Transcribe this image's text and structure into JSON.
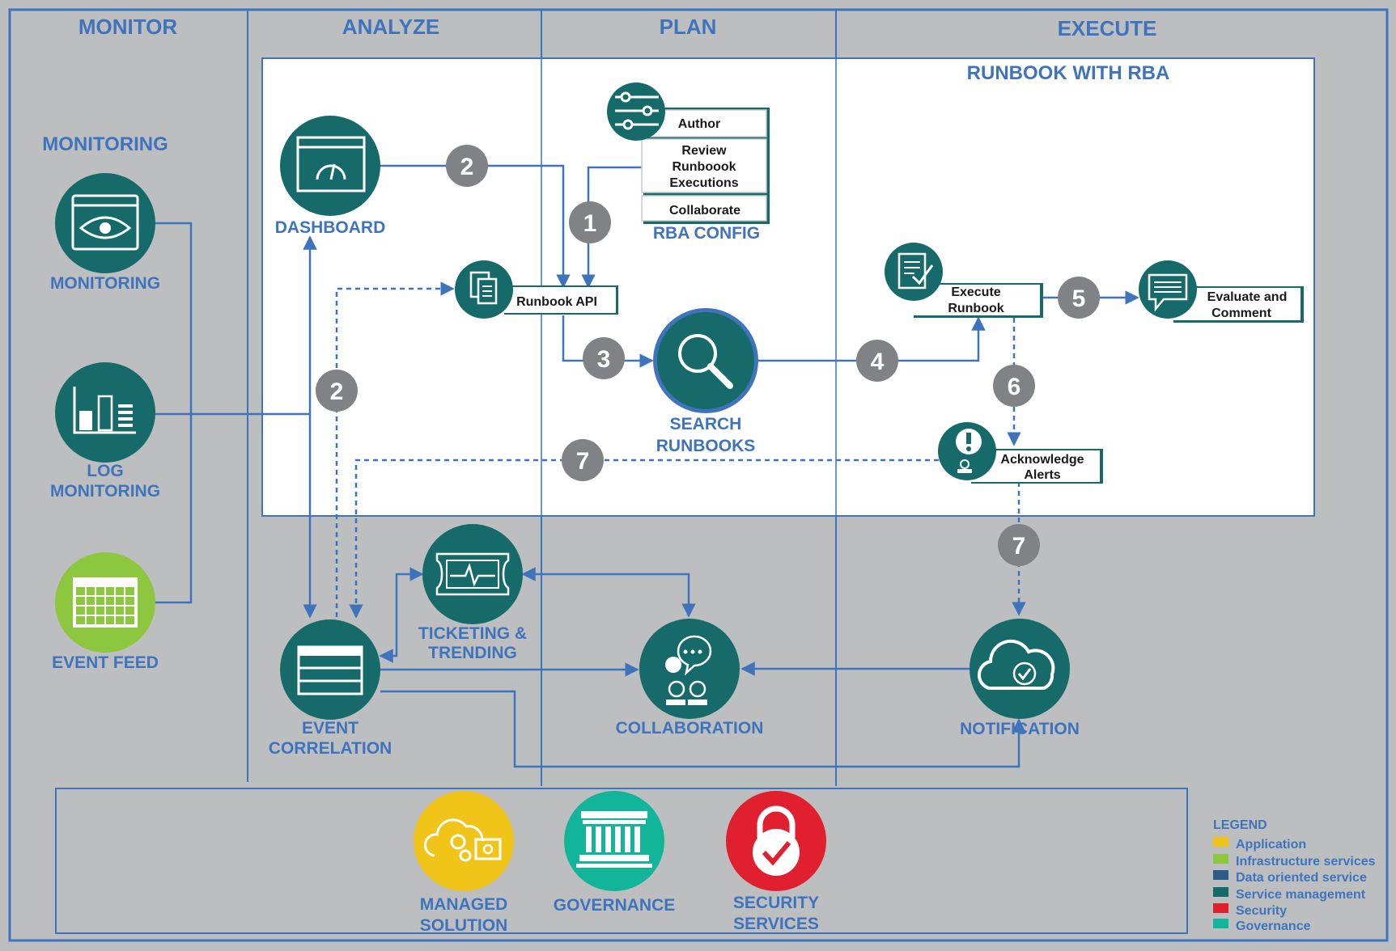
{
  "colors": {
    "background": "#bcbec0",
    "accent_blue": "#3f74bd",
    "teal": "#166b6a",
    "step_gray": "#808285",
    "application": "#f0c419",
    "infrastructure": "#8dc63f",
    "data_oriented": "#2d5b87",
    "service_management": "#166b6a",
    "security": "#e0202e",
    "governance": "#13b59a"
  },
  "columns": {
    "monitor": "MONITOR",
    "analyze": "ANALYZE",
    "plan": "PLAN",
    "execute": "EXECUTE"
  },
  "runbook_title": "RUNBOOK WITH RBA",
  "monitoring_section": "MONITORING",
  "nodes": {
    "monitoring": "MONITORING",
    "log_monitoring_1": "LOG",
    "log_monitoring_2": "MONITORING",
    "event_feed": "EVENT FEED",
    "dashboard": "DASHBOARD",
    "rba_config": "RBA CONFIG",
    "runbook_api": "Runbook API",
    "search_runbooks_1": "SEARCH",
    "search_runbooks_2": "RUNBOOKS",
    "execute_runbook_1": "Execute",
    "execute_runbook_2": "Runbook",
    "evaluate_1": "Evaluate and",
    "evaluate_2": "Comment",
    "acknowledge_1": "Acknowledge",
    "acknowledge_2": "Alerts",
    "ticketing_1": "TICKETING &",
    "ticketing_2": "TRENDING",
    "event_correlation_1": "EVENT",
    "event_correlation_2": "CORRELATION",
    "collaboration": "COLLABORATION",
    "notification": "NOTIFICATION"
  },
  "rba_menu": {
    "author": "Author",
    "review_1": "Review",
    "review_2": "Runboook",
    "review_3": "Executions",
    "collaborate": "Collaborate"
  },
  "steps": {
    "s1": "1",
    "s2a": "2",
    "s2b": "2",
    "s3": "3",
    "s4": "4",
    "s5": "5",
    "s6": "6",
    "s7a": "7",
    "s7b": "7"
  },
  "footer": {
    "managed_1": "MANAGED",
    "managed_2": "SOLUTION",
    "governance": "GOVERNANCE",
    "security_1": "SECURITY",
    "security_2": "SERVICES"
  },
  "legend": {
    "title": "LEGEND",
    "items": [
      "Application",
      "Infrastructure services",
      "Data oriented service",
      "Service management",
      "Security",
      "Governance"
    ]
  },
  "icons": [
    "eye-icon",
    "bar-chart-icon",
    "grid-icon",
    "gauge-icon",
    "sliders-icon",
    "documents-icon",
    "magnifier-icon",
    "checklist-icon",
    "chat-icon",
    "alert-icon",
    "pulse-icon",
    "table-icon",
    "people-chat-icon",
    "cloud-check-icon",
    "cloud-gear-icon",
    "bank-icon",
    "padlock-icon"
  ]
}
